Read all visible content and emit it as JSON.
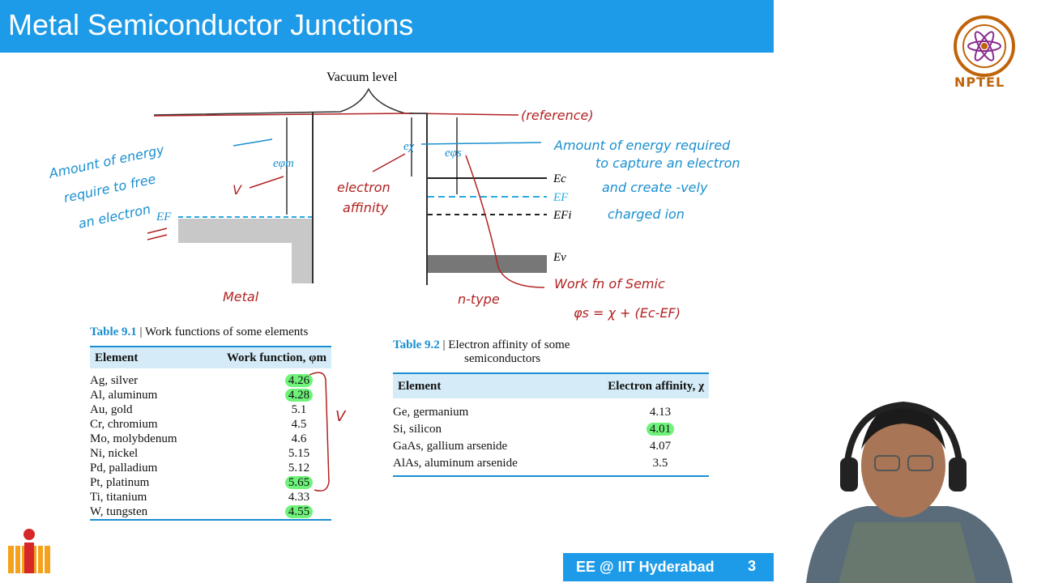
{
  "slide": {
    "title": "Metal Semiconductor Junctions",
    "logo_text": "NPTEL",
    "footer_text": "EE @ IIT Hyderabad",
    "page_number": "3"
  },
  "diagram": {
    "vacuum_level": "Vacuum level",
    "phi_m": "eφm",
    "chi": "eχ",
    "phi_s": "eφs",
    "ef_metal": "EF",
    "ec": "Ec",
    "ef_semi": "EF",
    "efi": "EFi",
    "ev": "Ev"
  },
  "annotations": {
    "reference": "(reference)",
    "amount_free": [
      "Amount of energy",
      "require to free",
      "an electron"
    ],
    "amount_capture": [
      "Amount of energy required",
      "to capture an electron",
      "and create -vely",
      "charged ion"
    ],
    "v_label": "V",
    "electron_affinity": [
      "electron",
      "affinity"
    ],
    "metal": "Metal",
    "ntype": "n-type",
    "work_fn": "Work fn of Semic",
    "formula": "φs = χ + (Ec-EF)",
    "v_bracket": "V"
  },
  "table1": {
    "caption_num": "Table 9.1",
    "caption_text": " | Work functions of some elements",
    "col1": "Element",
    "col2": "Work function, φm",
    "rows": [
      {
        "element": "Ag, silver",
        "value": "4.26"
      },
      {
        "element": "Al, aluminum",
        "value": "4.28"
      },
      {
        "element": "Au, gold",
        "value": "5.1"
      },
      {
        "element": "Cr, chromium",
        "value": "4.5"
      },
      {
        "element": "Mo, molybdenum",
        "value": "4.6"
      },
      {
        "element": "Ni, nickel",
        "value": "5.15"
      },
      {
        "element": "Pd, palladium",
        "value": "5.12"
      },
      {
        "element": "Pt, platinum",
        "value": "5.65"
      },
      {
        "element": "Ti, titanium",
        "value": "4.33"
      },
      {
        "element": "W, tungsten",
        "value": "4.55"
      }
    ]
  },
  "table2": {
    "caption_num": "Table 9.2",
    "caption_text": " | Electron affinity of some",
    "caption_text2": "semiconductors",
    "col1": "Element",
    "col2": "Electron affinity, χ",
    "rows": [
      {
        "element": "Ge, germanium",
        "value": "4.13"
      },
      {
        "element": "Si, silicon",
        "value": "4.01"
      },
      {
        "element": "GaAs, gallium arsenide",
        "value": "4.07"
      },
      {
        "element": "AlAs, aluminum arsenide",
        "value": "3.5"
      }
    ]
  }
}
